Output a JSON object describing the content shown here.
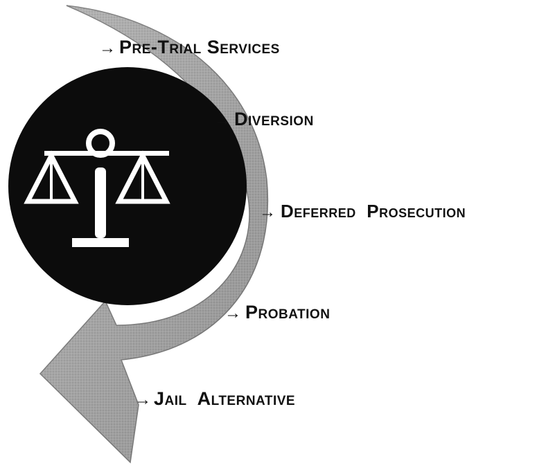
{
  "stages": [
    {
      "label": "Pre-Trial Services"
    },
    {
      "label": "Diversion"
    },
    {
      "label": "Deferred  Prosecution"
    },
    {
      "label": "Probation"
    },
    {
      "label": "Jail  Alternative"
    }
  ],
  "arrow_glyph": "→",
  "icon": "scales-of-justice-icon",
  "colors": {
    "arrow_fill": "#a6a6a6",
    "arrow_stroke": "#7a7a7a",
    "circle_fill": "#0c0c0c",
    "icon_fill": "#ffffff",
    "text": "#111111"
  }
}
